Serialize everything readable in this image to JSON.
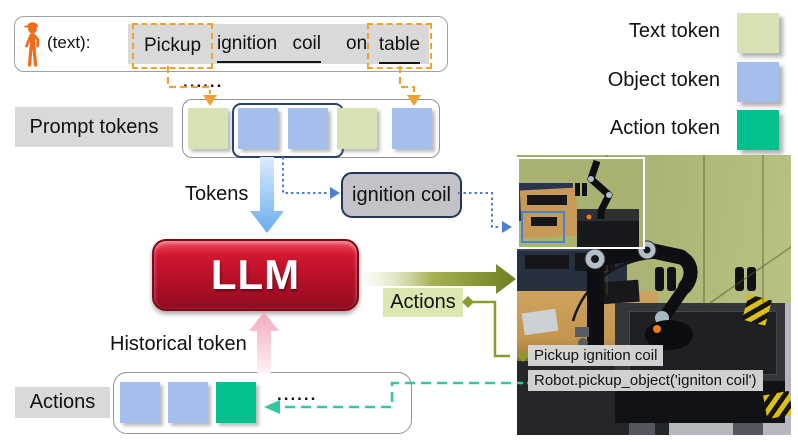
{
  "colors": {
    "text_token": "#d7e3b4",
    "object_token": "#a4bfec",
    "action_token": "#01c08d",
    "orange_accent": "#efa132",
    "person_orange": "#f26a1b",
    "llm_red": "#b80f27",
    "olive_accent": "#8a9a2e",
    "teal_dash": "#2fc9a1",
    "blue_dot": "#4a7fd4",
    "gray_label": "#d9d9d9"
  },
  "input_box": {
    "prefix": "(text):",
    "words": {
      "pickup": "Pickup",
      "object_phrase": "ignition coil",
      "connector": "on",
      "location": "table"
    }
  },
  "top_ellipsis": "......",
  "prompt_row": {
    "label": "Prompt tokens",
    "tokens": [
      "text",
      "object",
      "object",
      "text",
      "object"
    ]
  },
  "tokens_arrow_label": "Tokens",
  "object_callout": "ignition coil",
  "llm": "LLM",
  "actions_out_label": "Actions",
  "historical_label": "Historical token",
  "history_row": {
    "label": "Actions",
    "tokens": [
      "object",
      "object",
      "action"
    ],
    "ellipsis": "......"
  },
  "legend": {
    "items": [
      {
        "label": "Text token",
        "type": "text"
      },
      {
        "label": "Object token",
        "type": "object"
      },
      {
        "label": "Action token",
        "type": "action"
      }
    ]
  },
  "photo": {
    "caption_action": "Pickup ignition coil",
    "caption_code": "Robot.pickup_object('igniton coil')"
  }
}
